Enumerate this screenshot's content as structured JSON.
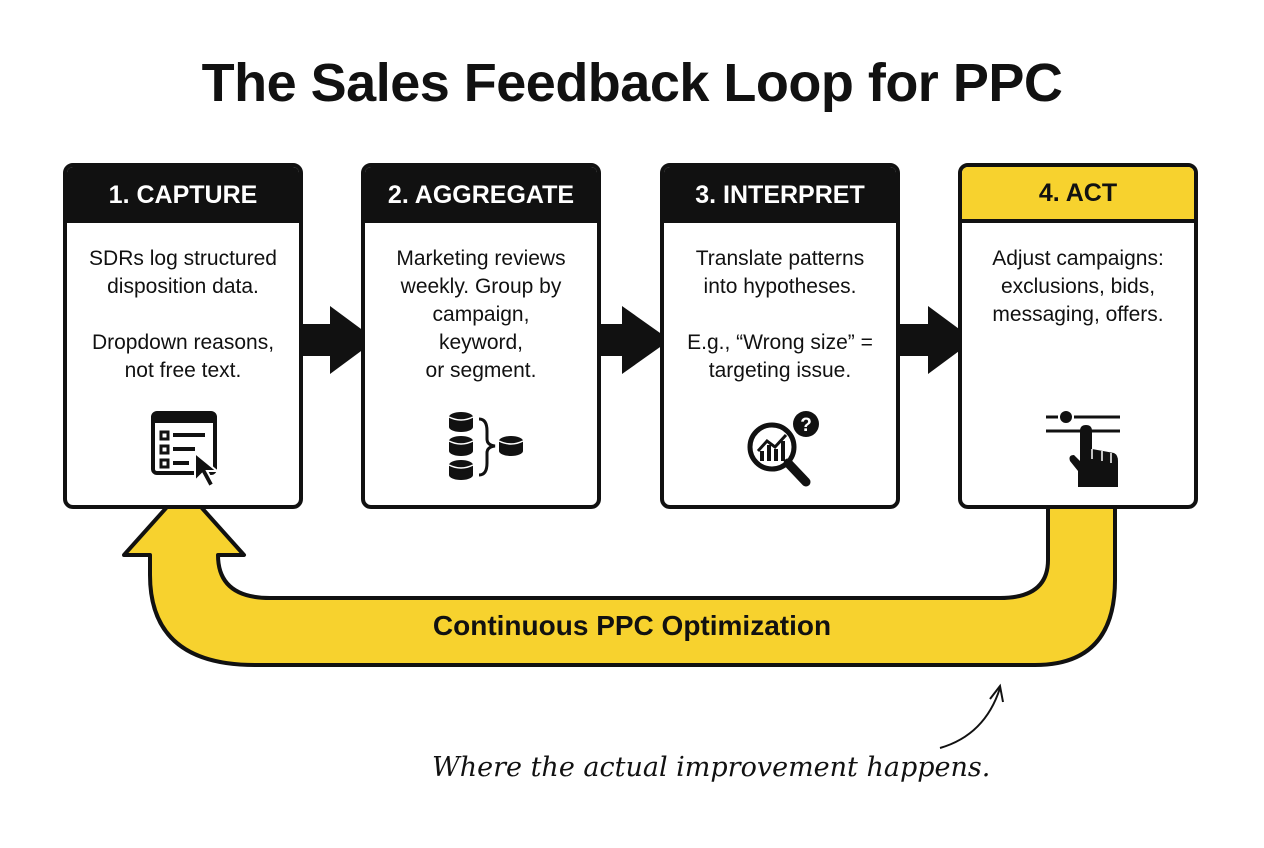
{
  "title": "The Sales Feedback Loop for PPC",
  "steps": [
    {
      "label": "1. CAPTURE",
      "body": "SDRs log structured\ndisposition data.\n\nDropdown reasons,\nnot free text.",
      "icon": "form-cursor-icon"
    },
    {
      "label": "2. AGGREGATE",
      "body": "Marketing reviews\nweekly. Group by\ncampaign,\nkeyword,\nor segment.",
      "icon": "database-group-icon"
    },
    {
      "label": "3. INTERPRET",
      "body": "Translate patterns\ninto hypotheses.\n\nE.g., “Wrong size” =\ntargeting issue.",
      "icon": "chart-magnifier-question-icon"
    },
    {
      "label": "4. ACT",
      "body": "Adjust campaigns:\nexclusions, bids,\nmessaging, offers.",
      "icon": "slider-hand-icon"
    }
  ],
  "loop_label": "Continuous PPC Optimization",
  "annotation": "Where the actual improvement happens.",
  "colors": {
    "accent": "#f7d22e",
    "ink": "#111111"
  }
}
